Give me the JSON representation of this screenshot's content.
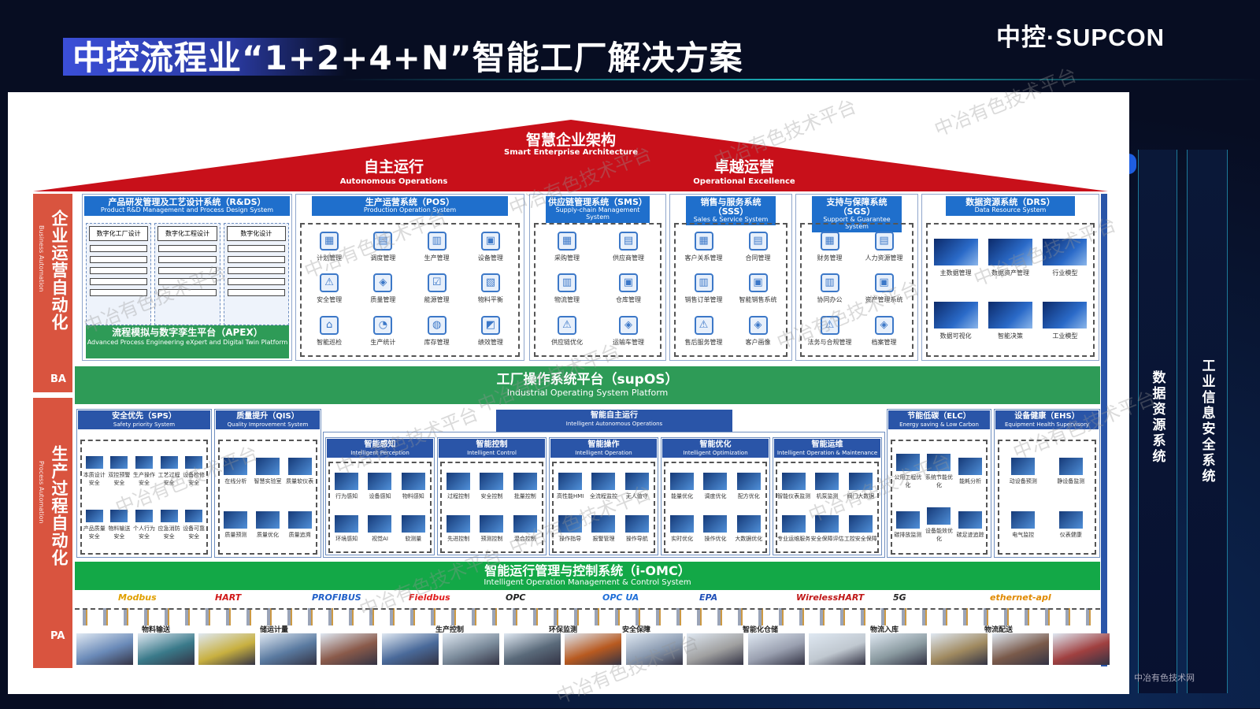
{
  "header": {
    "title": "中控流程业“1+2+4+N”智能工厂解决方案",
    "logo": "中控·SUPCON"
  },
  "roof": {
    "title_cn": "智慧企业架构",
    "title_en": "Smart Enterprise Architecture",
    "left_cn": "自主运行",
    "left_en": "Autonomous Operations",
    "right_cn": "卓越运营",
    "right_en": "Operational Excellence",
    "color": "#c8101a"
  },
  "side": {
    "ba_cn": "企业运营自动化",
    "ba_en": "Business Automation",
    "ba_tag": "BA",
    "pa_cn": "生产过程自动化",
    "pa_en": "Process Automation",
    "pa_tag": "PA"
  },
  "right_columns": {
    "drs": "数据资源系统",
    "security": "工业信息安全系统"
  },
  "top_modules": {
    "rnd": {
      "cn": "产品研发管理及工艺设计系统（R&DS）",
      "en": "Product R&D Management and Process Design System",
      "cols": [
        "数字化工厂设计",
        "数字化工程设计",
        "数字化设计"
      ],
      "apex_cn": "流程模拟与数字孪生平台（APEX）",
      "apex_en": "Advanced Process Engineering eXpert and Digital Twin Platform"
    },
    "pos": {
      "cn": "生产运营系统（POS）",
      "en": "Production Operation System",
      "items": [
        "计划管理",
        "调度管理",
        "生产管理",
        "设备管理",
        "安全管理",
        "质量管理",
        "能源管理",
        "物料平衡",
        "智能巡检",
        "生产统计",
        "库存管理",
        "绩效管理"
      ]
    },
    "sms": {
      "cn": "供应链管理系统（SMS）",
      "en": "Supply-chain Management System",
      "items": [
        "采购管理",
        "供应商管理",
        "物流管理",
        "仓库管理",
        "供应链优化",
        "运输车管理"
      ]
    },
    "sss": {
      "cn": "销售与服务系统（SSS）",
      "en": "Sales & Service System",
      "items": [
        "客户关系管理",
        "合同管理",
        "销售订单管理",
        "智能销售系统",
        "售后服务管理",
        "客户画像"
      ]
    },
    "sgs": {
      "cn": "支持与保障系统（SGS）",
      "en": "Support & Guarantee System",
      "items": [
        "财务管理",
        "人力资源管理",
        "协同办公",
        "资产管理系统",
        "法务与合规管理",
        "档案管理"
      ]
    },
    "drs": {
      "cn": "数据资源系统（DRS）",
      "en": "Data Resource System",
      "items": [
        "主数据管理",
        "数据资产管理",
        "行业模型",
        "数据可视化",
        "智能决策",
        "工业模型"
      ]
    }
  },
  "supos": {
    "cn": "工厂操作系统平台（supOS）",
    "en": "Industrial Operating System Platform"
  },
  "bottom_modules": {
    "sps": {
      "cn": "安全优先（SPS）",
      "en": "Safety priority System",
      "items": [
        "本质设计安全",
        "双控预警安全",
        "生产操作安全",
        "工艺过程安全",
        "设备检修安全",
        "产品质量安全",
        "物料输送安全",
        "个人行为安全",
        "应急消防安全",
        "设备可靠安全"
      ]
    },
    "qis": {
      "cn": "质量提升（QIS）",
      "en": "Quality Improvement System",
      "items": [
        "在线分析",
        "智慧实验室",
        "质量软仪表",
        "质量预测",
        "质量优化",
        "质量追溯"
      ]
    },
    "iao": {
      "cn": "智能自主运行",
      "en": "Intelligent Autonomous Operations",
      "subs": [
        {
          "cn": "智能感知",
          "en": "Intelligent Perception",
          "items": [
            "行为感知",
            "设备感知",
            "物料感知",
            "环境感知",
            "视觉AI",
            "软测量"
          ]
        },
        {
          "cn": "智能控制",
          "en": "Intelligent Control",
          "items": [
            "过程控制",
            "安全控制",
            "批量控制",
            "先进控制",
            "预测控制",
            "混合控制"
          ]
        },
        {
          "cn": "智能操作",
          "en": "Intelligent Operation",
          "items": [
            "高性能HMI",
            "全流程监控",
            "无人值守",
            "操作指导",
            "报警管理",
            "操作导航"
          ]
        },
        {
          "cn": "智能优化",
          "en": "Intelligent Optimization",
          "items": [
            "能量优化",
            "调度优化",
            "配方优化",
            "实时优化",
            "操作优化",
            "大数据优化"
          ]
        },
        {
          "cn": "智能运维",
          "en": "Intelligent Operation & Maintenance",
          "items": [
            "智能仪表监测",
            "机泵监测",
            "阀门大数据",
            "专业运维服务",
            "安全保障评估",
            "工控安全保障"
          ]
        }
      ]
    },
    "elc": {
      "cn": "节能低碳（ELC）",
      "en": "Energy saving & Low Carbon",
      "items": [
        "公用工程优化",
        "系统节能优化",
        "能耗分析",
        "碳排放监测",
        "设备能效优化",
        "碳足迹追踪"
      ]
    },
    "ehs": {
      "cn": "设备健康（EHS）",
      "en": "Equipment Health Supervisory",
      "items": [
        "动设备预测",
        "静设备监测",
        "电气监控",
        "仪表健康"
      ]
    }
  },
  "iomc": {
    "cn": "智能运行管理与控制系统（i-OMC）",
    "en": "Intelligent Operation Management & Control System"
  },
  "protocols": [
    "Modbus",
    "HART",
    "PROFIBUS",
    "Fieldbus",
    "OPC",
    "OPC UA",
    "EPA",
    "WirelessHART",
    "5G",
    "ethernet-apl"
  ],
  "photo_labels": [
    "物料输送",
    "储运计量",
    "生产控制",
    "环保监测",
    "安全保障",
    "智能化仓储",
    "物流入库",
    "物流配送"
  ],
  "watermark": "中冶有色技术平台",
  "footer_mark": "中冶有色技术网"
}
